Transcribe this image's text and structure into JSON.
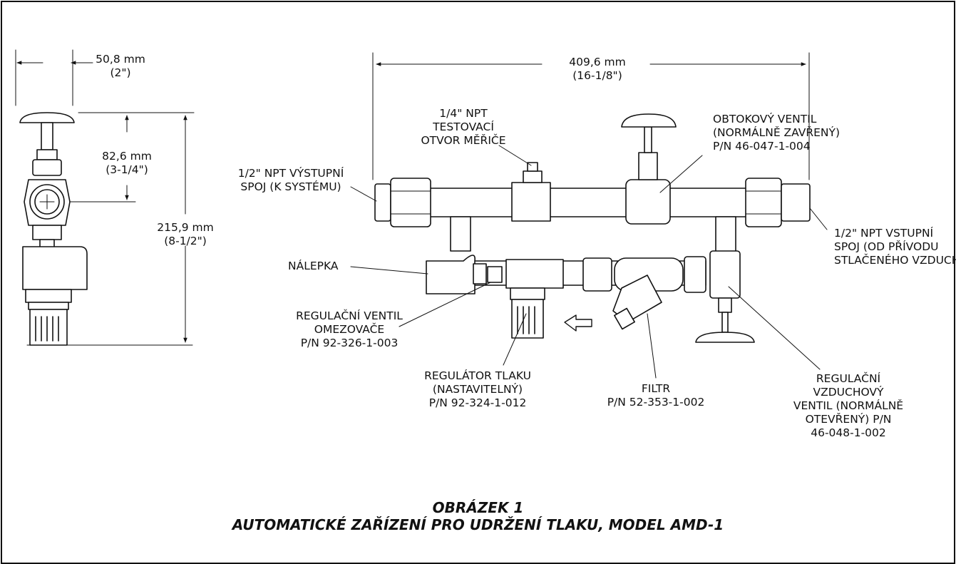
{
  "dimensions": {
    "width_mm": "50,8 mm",
    "width_in": "(2\")",
    "total_length_mm": "409,6 mm",
    "total_length_in": "(16-1/8\")",
    "valve_height_mm": "82,6 mm",
    "valve_height_in": "(3-1/4\")",
    "total_height_mm": "215,9 mm",
    "total_height_in": "(8-1/2\")"
  },
  "labels": {
    "gauge_port": [
      "1/4\" NPT",
      "TESTOVACÍ",
      "OTVOR MĚŘIČE"
    ],
    "bypass_valve": [
      "OBTOKOVÝ VENTIL",
      "(NORMÁLNĚ ZAVŘENÝ)",
      "P/N 46-047-1-004"
    ],
    "outlet": [
      "1/2\" NPT VÝSTUPNÍ",
      "SPOJ (K SYSTÉMU)"
    ],
    "inlet": [
      "1/2\" NPT VSTUPNÍ",
      "SPOJ (OD PŘÍVODU",
      "STLAČENÉHO VZDUCHU)"
    ],
    "decal": "NÁLEPKA",
    "restrictor": [
      "REGULAČNÍ VENTIL",
      "OMEZOVAČE",
      "P/N 92-326-1-003"
    ],
    "regulator": [
      "REGULÁTOR TLAKU",
      "(NASTAVITELNÝ)",
      "P/N 92-324-1-012"
    ],
    "filter": [
      "FILTR",
      "P/N 52-353-1-002"
    ],
    "air_valve": [
      "REGULAČNÍ",
      "VZDUCHOVÝ",
      "VENTIL (NORMÁLNĚ",
      "OTEVŘENÝ) P/N",
      "46-048-1-002"
    ]
  },
  "caption": {
    "line1": "OBRÁZEK 1",
    "line2": "AUTOMATICKÉ ZAŘÍZENÍ PRO UDRŽENÍ TLAKU, MODEL AMD-1"
  }
}
